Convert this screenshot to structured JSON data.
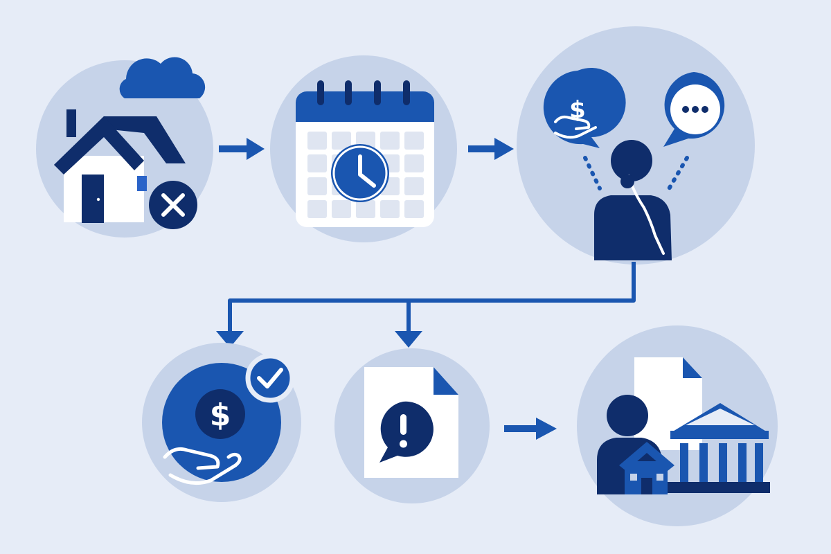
{
  "colors": {
    "background": "#e6ecf7",
    "circle": "#c6d3e9",
    "navy": "#0f2d6b",
    "blue": "#1a56b0",
    "bright_blue": "#2a63c8",
    "white": "#ffffff",
    "grid_cell": "#dfe5f1"
  },
  "nodes": [
    {
      "id": "house-cancelled",
      "icons": [
        "cloud-icon",
        "house-icon",
        "close-icon"
      ]
    },
    {
      "id": "schedule",
      "icons": [
        "calendar-icon",
        "clock-icon"
      ]
    },
    {
      "id": "consider-options",
      "icons": [
        "dollar-hand-icon",
        "chat-bubble-icon",
        "thinking-person-icon"
      ]
    },
    {
      "id": "payment-approved",
      "icons": [
        "dollar-coin-hand-icon",
        "check-icon"
      ]
    },
    {
      "id": "notice-document",
      "icons": [
        "document-icon",
        "exclamation-bubble-icon"
      ]
    },
    {
      "id": "institution-help",
      "icons": [
        "document-icon",
        "person-icon",
        "bank-icon",
        "house-icon"
      ]
    }
  ],
  "edges": [
    {
      "from": "house-cancelled",
      "to": "schedule",
      "icon": "arrow-right-icon"
    },
    {
      "from": "schedule",
      "to": "consider-options",
      "icon": "arrow-right-icon"
    },
    {
      "from": "consider-options",
      "to": "payment-approved",
      "icon": "branch-arrow-icon"
    },
    {
      "from": "consider-options",
      "to": "notice-document",
      "icon": "branch-arrow-icon"
    },
    {
      "from": "notice-document",
      "to": "institution-help",
      "icon": "arrow-right-icon"
    }
  ]
}
